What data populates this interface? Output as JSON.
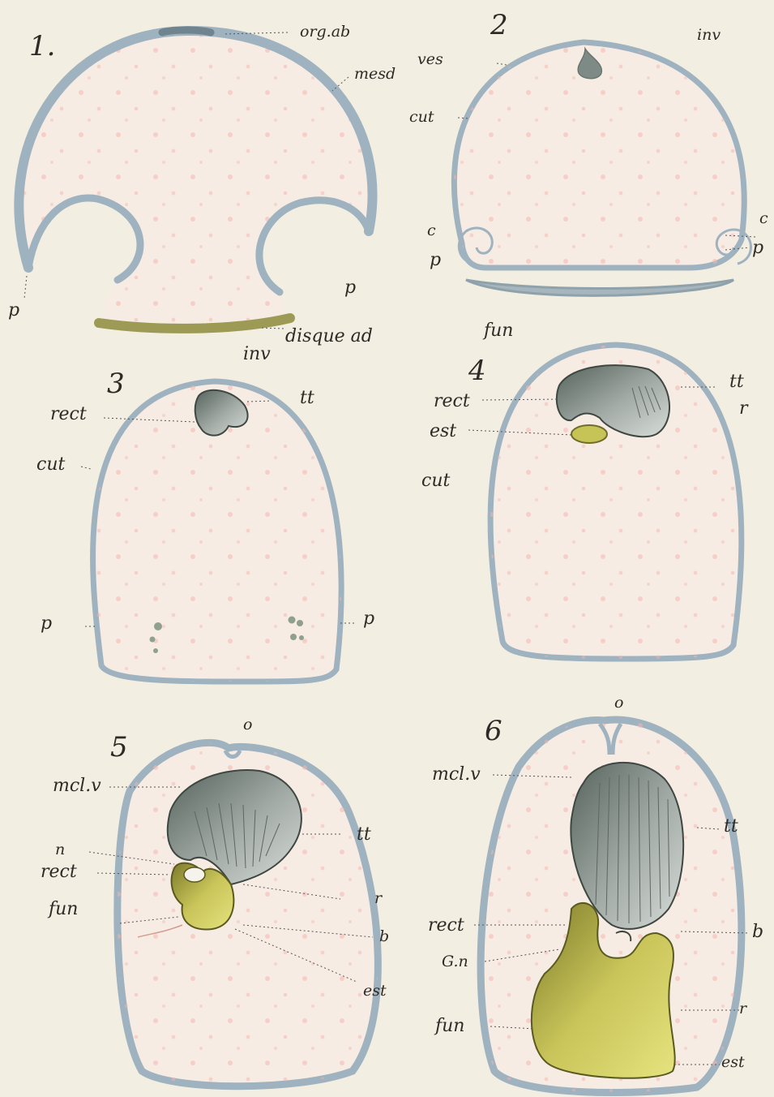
{
  "colors": {
    "paper": "#f3eee2",
    "cytoplasm": "#f7ece4",
    "speckle": "#f2b6ae",
    "cuticle_blue": "#9fb2bf",
    "organ_grey": "#7e8a86",
    "yellow_green": "#c7c457",
    "disc_olive": "#9d9a56"
  },
  "figures": [
    {
      "number": "1.",
      "labels": {
        "org_ab": "org.ab",
        "mesd": "mesd",
        "p_left": "p",
        "p_right": "p",
        "disque_ad": "disque ad",
        "inv": "inv"
      }
    },
    {
      "number": "2",
      "labels": {
        "inv": "inv",
        "ves": "ves",
        "cut": "cut",
        "c_left": "c",
        "p_left": "p",
        "c_right": "c",
        "p_right": "p",
        "fun": "fun"
      }
    },
    {
      "number": "3",
      "labels": {
        "rect": "rect",
        "tt": "tt",
        "cut": "cut",
        "p_left": "p",
        "p_right": "p"
      }
    },
    {
      "number": "4",
      "labels": {
        "rect": "rect",
        "est": "est",
        "tt": "tt",
        "r": "r",
        "cut": "cut"
      }
    },
    {
      "number": "5",
      "labels": {
        "o": "o",
        "mcl_v": "mcl.v",
        "n": "n",
        "rect": "rect",
        "fun": "fun",
        "tt": "tt",
        "r": "r",
        "b": "b",
        "est": "est"
      }
    },
    {
      "number": "6",
      "labels": {
        "o": "o",
        "mcl_v": "mcl.v",
        "tt": "tt",
        "rect": "rect",
        "gn": "G.n",
        "fun": "fun",
        "b": "b",
        "r": "r",
        "est": "est"
      }
    }
  ]
}
